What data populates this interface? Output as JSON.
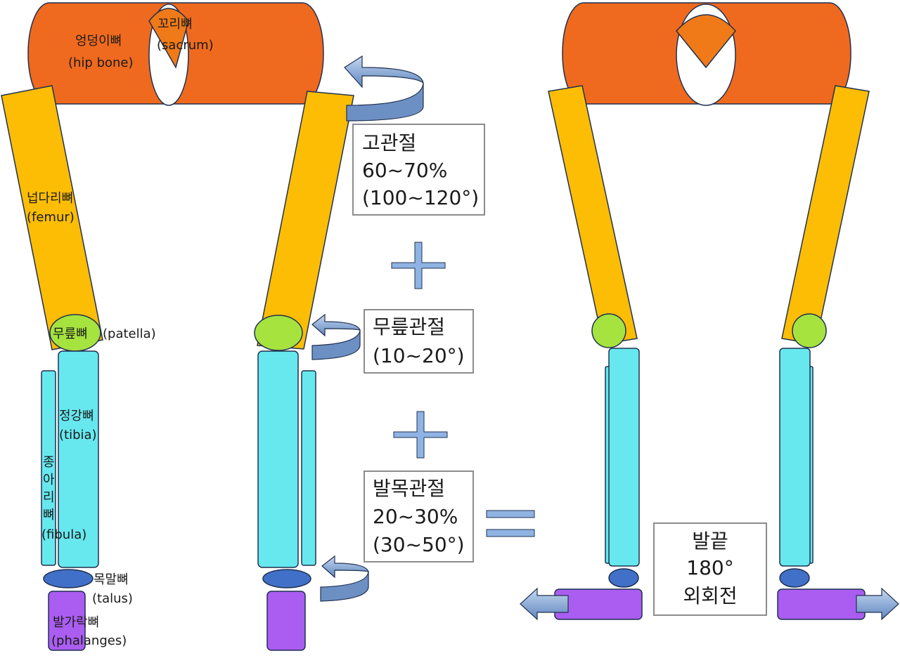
{
  "colors": {
    "hip": "#ef6a1e",
    "sacrum": "#f07a18",
    "femur": "#fcbd04",
    "patella": "#a6e33f",
    "tibia": "#67e8ef",
    "talus": "#4170c8",
    "phalanges": "#aa5df0",
    "arrow": "#8fb4e3",
    "plus": "#8fb4e3",
    "outline": "#203050"
  },
  "labels": {
    "hip_bone_ko": "엉덩이뼈",
    "hip_bone_en": "(hip bone)",
    "sacrum_ko": "꼬리뼈",
    "sacrum_en": "(sacrum)",
    "femur_ko": "넙다리뼈",
    "femur_en": "(femur)",
    "patella_ko": "무릎뼈",
    "patella_en": "(patella)",
    "tibia_ko": "정강뼈",
    "tibia_en": "(tibia)",
    "fibula_ko_chars": [
      "종",
      "아",
      "리",
      "뼈"
    ],
    "fibula_en": "(fibula)",
    "talus_ko": "목말뼈",
    "talus_en": "(talus)",
    "phalanges_ko": "발가락뼈",
    "phalanges_en": "(phalanges)"
  },
  "boxes": {
    "hip_joint": [
      "고관절",
      "60~70%",
      "(100~120°)"
    ],
    "knee_joint": [
      "무릎관절",
      "(10~20°)"
    ],
    "ankle_joint": [
      "발목관절",
      "20~30%",
      "(30~50°)"
    ],
    "result": [
      "발끝",
      "180°",
      "외회전"
    ]
  },
  "icons": {
    "plus": "plus-sign",
    "equals": "equals-sign",
    "rotation": "curved-rotation-arrow",
    "outward": "outward-arrow"
  }
}
